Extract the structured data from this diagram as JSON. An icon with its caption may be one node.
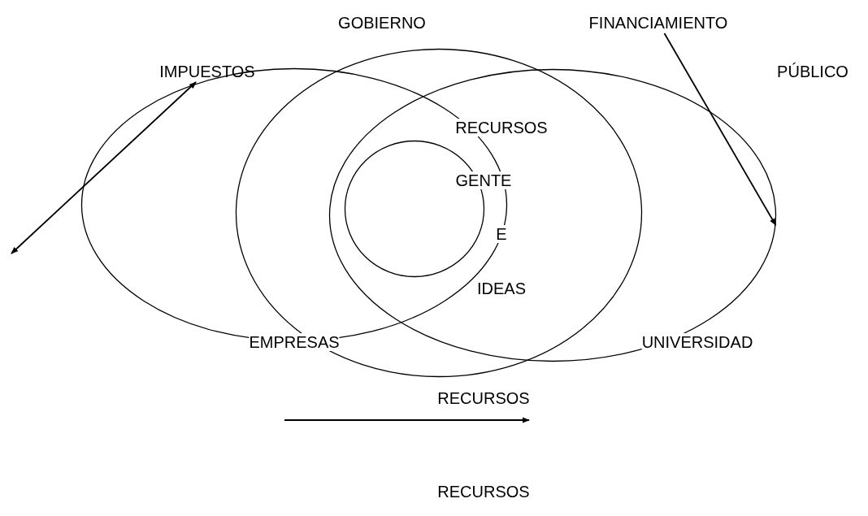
{
  "diagram": {
    "nodes": [
      {
        "text": [
          "GOBIERNO"
        ]
      },
      {
        "text": [
          "EMPRESAS"
        ]
      },
      {
        "text": [
          "UNIVERSIDAD"
        ]
      },
      {
        "text": [],
        "shape": "circle"
      },
      {
        "text": [
          "FINANCIAMIENTO"
        ]
      },
      {
        "text": [
          "IMPUESTOS"
        ]
      }
    ],
    "edges": [
      {
        "from": 4,
        "to": 2,
        "arrow": "to"
      },
      {
        "from": null,
        "to": 5,
        "arrow": "both"
      }
    ],
    "labels": [
      "PÚBLICO",
      "RECURSOS",
      "GENTE",
      "E",
      "IDEAS",
      "RECURSOS",
      "RECURSOS"
    ]
  }
}
